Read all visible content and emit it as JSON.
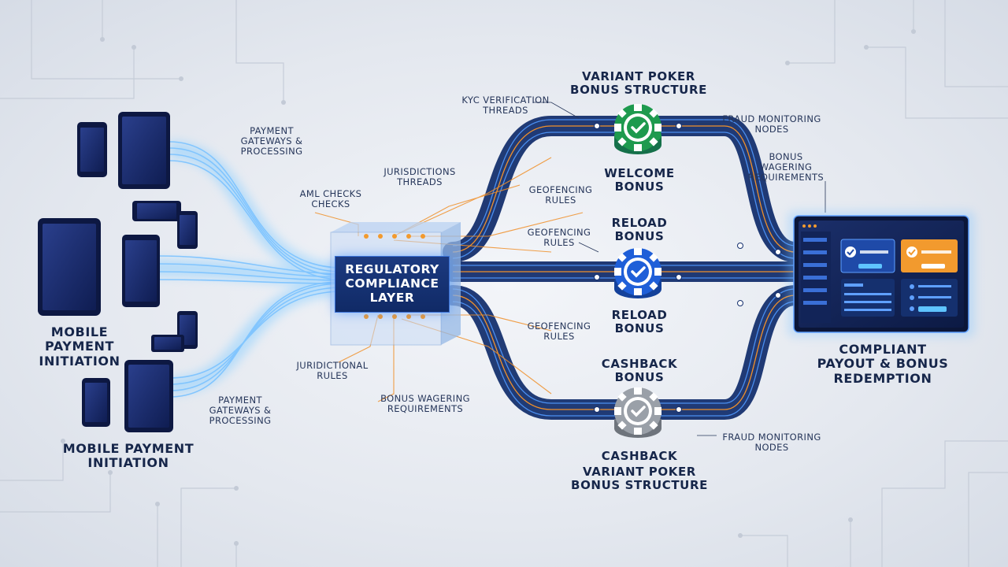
{
  "left": {
    "mobile_payment_initiation_1": "MOBILE\nPAYMENT\nINITIATION",
    "mobile_payment_initiation_2": "MOBILE PAYMENT\nINITIATION",
    "payment_gateways_top": "PAYMENT\nGATEWAYS &\nPROCESSING",
    "payment_gateways_bottom": "PAYMENT\nGATEWAYS &\nPROCESSING"
  },
  "center": {
    "title": "REGULATORY\nCOMPLIANCE\nLAYER",
    "aml_checks": "AML CHECKS\nCHECKS",
    "jurisdictions_threads": "JURISDICTIONS\nTHREADS",
    "jurisdictional_rules": "JURIDICTIONAL\nRULES",
    "bonus_wagering_requirements": "BONUS WAGERING\nREQUIREMENTS"
  },
  "middle": {
    "kyc_verification": "KYC VERIFICATION\nTHREADS",
    "variant_poker_top": "VARIANT POKER\nBONUS STRUCTURE",
    "welcome_bonus": "WELCOME\nBONUS",
    "geofencing_1": "GEOFENCING\nRULES",
    "reload_bonus_top": "RELOAD\nBONUS",
    "geofencing_2": "GEOFENCING\nRULES",
    "reload_bonus_bottom": "RELOAD\nBONUS",
    "geofencing_3": "GEOFENCING\nRULES",
    "cashback_bonus": "CASHBACK\nBONUS",
    "cashback_label": "CASHBACK",
    "variant_poker_bottom": "VARIANT POKER\nBONUS STRUCTURE",
    "fraud_monitoring_top": "FRAUD MONITORING\nNODES",
    "fraud_monitoring_bottom": "FRAUD MONITORING\nNODES",
    "bonus_wagering_requirements_right": "BONUS\nWAGERING\nREQUIREMENTS"
  },
  "right": {
    "compliant_payout": "COMPLIANT\nPAYOUT & BONUS\nREDEMPTION"
  },
  "colors": {
    "flow_blue": "#7fc4ff",
    "track_navy": "#15306e",
    "track_line": "#4b8ff0",
    "orange_thread": "#f0902a",
    "chip_green": "#1e9a4e",
    "chip_blue": "#1f5fd8",
    "chip_gray": "#9aa0a8",
    "panel_orange": "#f29a2e"
  }
}
